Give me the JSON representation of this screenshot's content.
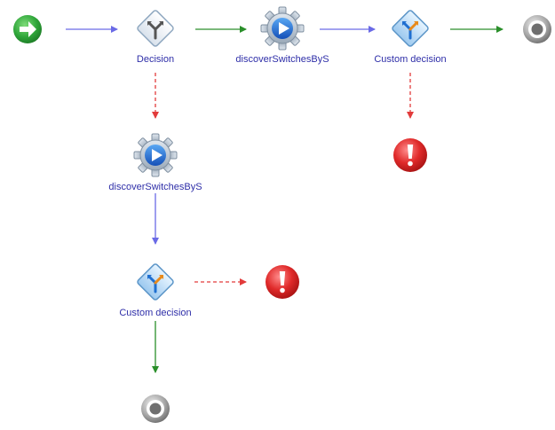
{
  "workflow": {
    "nodes": [
      {
        "id": "start",
        "kind": "start",
        "label": "",
        "icon": "green-arrow-icon"
      },
      {
        "id": "decision1",
        "kind": "decision",
        "label": "Decision",
        "icon": "decision-diamond-icon"
      },
      {
        "id": "discover1",
        "kind": "action",
        "label": "discoverSwitchesByS",
        "icon": "gear-play-icon"
      },
      {
        "id": "custom1",
        "kind": "custom-decision",
        "label": "Custom decision",
        "icon": "custom-decision-icon"
      },
      {
        "id": "end1",
        "kind": "end",
        "label": "",
        "icon": "end-target-icon"
      },
      {
        "id": "error1",
        "kind": "error",
        "label": "",
        "icon": "error-exclamation-icon"
      },
      {
        "id": "discover2",
        "kind": "action",
        "label": "discoverSwitchesByS",
        "icon": "gear-play-icon"
      },
      {
        "id": "custom2",
        "kind": "custom-decision",
        "label": "Custom decision",
        "icon": "custom-decision-icon"
      },
      {
        "id": "error2",
        "kind": "error",
        "label": "",
        "icon": "error-exclamation-icon"
      },
      {
        "id": "end2",
        "kind": "end",
        "label": "",
        "icon": "end-target-icon"
      }
    ],
    "connectors": [
      {
        "from": "start",
        "to": "decision1",
        "type": "default"
      },
      {
        "from": "decision1",
        "to": "discover1",
        "type": "true"
      },
      {
        "from": "discover1",
        "to": "custom1",
        "type": "default"
      },
      {
        "from": "custom1",
        "to": "end1",
        "type": "true"
      },
      {
        "from": "custom1",
        "to": "error1",
        "type": "false"
      },
      {
        "from": "decision1",
        "to": "discover2",
        "type": "false"
      },
      {
        "from": "discover2",
        "to": "custom2",
        "type": "default"
      },
      {
        "from": "custom2",
        "to": "error2",
        "type": "false"
      },
      {
        "from": "custom2",
        "to": "end2",
        "type": "true"
      }
    ]
  },
  "colors": {
    "default_connector": "#6a6ae6",
    "true_connector": "#2a8f2a",
    "false_connector": "#e23b3b",
    "label_text": "#2e2ea8",
    "start_green": "#2fa63a",
    "error_red": "#d42222",
    "gear_gray": "#a9b6c4",
    "play_blue": "#1f6fd0",
    "diamond_border": "#8fa8c0"
  }
}
